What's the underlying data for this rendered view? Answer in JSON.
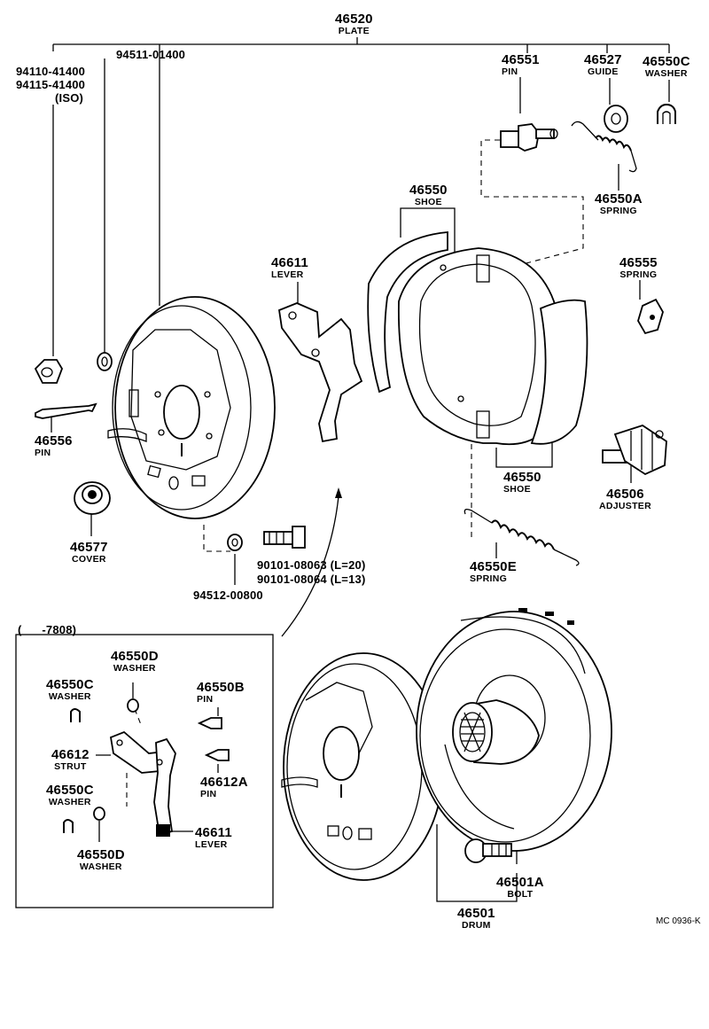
{
  "diagram": {
    "parts": {
      "plate": {
        "number": "46520",
        "name": "PLATE"
      },
      "nut_bolt_a": {
        "number": "94110-41400"
      },
      "nut_bolt_b": {
        "number": "94115-41400"
      },
      "nut_note": {
        "text": "(ISO)"
      },
      "washer_top": {
        "number": "94511-01400"
      },
      "pin_46551": {
        "number": "46551",
        "name": "PIN"
      },
      "guide": {
        "number": "46527",
        "name": "GUIDE"
      },
      "washer_46550c_top": {
        "number": "46550C",
        "name": "WASHER"
      },
      "shoe_top": {
        "number": "46550",
        "name": "SHOE"
      },
      "spring_46550a": {
        "number": "46550A",
        "name": "SPRING"
      },
      "lever_top": {
        "number": "46611",
        "name": "LEVER"
      },
      "spring_46555": {
        "number": "46555",
        "name": "SPRING"
      },
      "pin_46556": {
        "number": "46556",
        "name": "PIN"
      },
      "shoe_bottom": {
        "number": "46550",
        "name": "SHOE"
      },
      "adjuster": {
        "number": "46506",
        "name": "ADJUSTER"
      },
      "cover": {
        "number": "46577",
        "name": "COVER"
      },
      "washer_bottom": {
        "number": "94512-00800"
      },
      "bolt_l20": {
        "number": "90101-08063 (L=20)"
      },
      "bolt_l13": {
        "number": "90101-08064 (L=13)"
      },
      "spring_46550e": {
        "number": "46550E",
        "name": "SPRING"
      },
      "inset_title": {
        "text": "(      -7808)"
      },
      "inset_washer_d_top": {
        "number": "46550D",
        "name": "WASHER"
      },
      "inset_washer_c_top": {
        "number": "46550C",
        "name": "WASHER"
      },
      "inset_pin_b": {
        "number": "46550B",
        "name": "PIN"
      },
      "inset_strut": {
        "number": "46612",
        "name": "STRUT"
      },
      "inset_pin_a": {
        "number": "46612A",
        "name": "PIN"
      },
      "inset_washer_c_bottom": {
        "number": "46550C",
        "name": "WASHER"
      },
      "inset_lever": {
        "number": "46611",
        "name": "LEVER"
      },
      "inset_washer_d_bottom": {
        "number": "46550D",
        "name": "WASHER"
      },
      "bolt_46501a": {
        "number": "46501A",
        "name": "BOLT"
      },
      "drum": {
        "number": "46501",
        "name": "DRUM"
      }
    },
    "footer": {
      "code": "MC  0936-K"
    }
  }
}
